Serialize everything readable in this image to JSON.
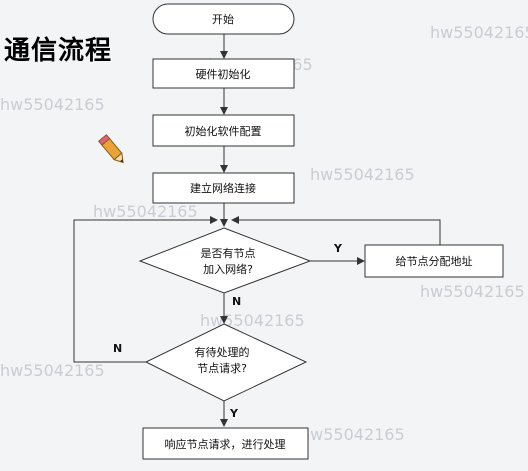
{
  "title": "通信流程",
  "watermark": "hw55042165",
  "pencil_icon": "pencil-icon",
  "nodes": {
    "start": "开始",
    "hw_init": "硬件初始化",
    "sw_init": "初始化软件配置",
    "build_net": "建立网络连接",
    "decision1_line1": "是否有节点",
    "decision1_line2": "加入网络?",
    "assign_addr": "给节点分配地址",
    "decision2_line1": "有待处理的",
    "decision2_line2": "节点请求?",
    "respond": "响应节点请求，进行处理"
  },
  "labels": {
    "y1": "Y",
    "n1": "N",
    "n2": "N",
    "y2": "Y"
  },
  "colors": {
    "stroke": "#333333",
    "node_fill": "#ffffff",
    "watermark": "#c9cdd3",
    "pencil_body": "#e8a33a",
    "pencil_tip": "#c0392b"
  }
}
